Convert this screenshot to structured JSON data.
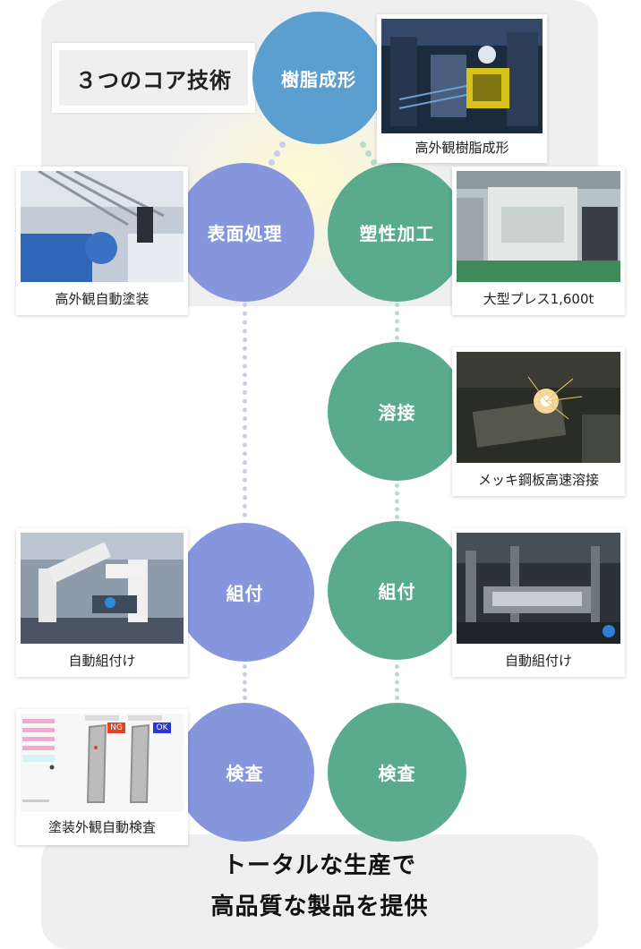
{
  "title": "３つのコア技術",
  "circles": {
    "resin_molding": "樹脂成形",
    "surface_treatment": "表面処理",
    "plastic_working": "塑性加工",
    "welding": "溶接",
    "assembly_left": "組付",
    "assembly_right": "組付",
    "inspection_left": "検査",
    "inspection_right": "検査"
  },
  "captions": {
    "resin_molding": "高外観樹脂成形",
    "painting": "高外観自動塗装",
    "press": "大型プレス1,600t",
    "welding": "メッキ鋼板高速溶接",
    "assembly_left": "自動組付け",
    "assembly_right": "自動組付け",
    "inspection": "塗装外観自動検査"
  },
  "inspection_screen": {
    "ng_label": "NG",
    "ok_label": "OK"
  },
  "footer": {
    "line1": "トータルな生産で",
    "line2": "高品質な製品を提供"
  },
  "colors": {
    "resin": "#5b9fd0",
    "purple": "#8596dc",
    "green": "#5aaa8e",
    "panel": "#efefef"
  }
}
